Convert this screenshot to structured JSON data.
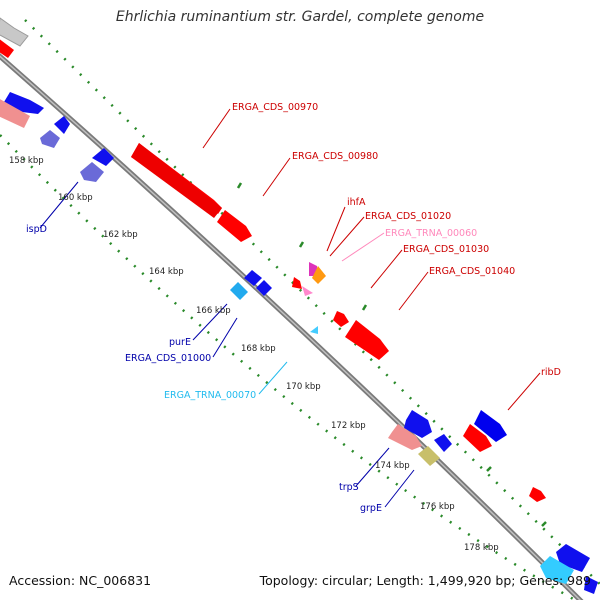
{
  "title": "Ehrlichia ruminantium str. Gardel, complete genome",
  "accession_text": "Accession: NC_006831",
  "summary_text": "Topology: circular; Length: 1,499,920 bp; Genes: 989",
  "colors": {
    "backbone": "#909090",
    "gc_dots": "#2a8a2a",
    "tick_dots": "#2a8a2a",
    "cds_forward": "#ff0000",
    "cds_reverse": "#0000ee",
    "trna": "#ff88cc",
    "label_red": "#cc0000",
    "label_blue": "#0000aa",
    "label_pink": "#ff88bb",
    "label_cyan": "#22bbee"
  },
  "kbp_ticks": [
    "158 kbp",
    "160 kbp",
    "162 kbp",
    "164 kbp",
    "166 kbp",
    "168 kbp",
    "170 kbp",
    "172 kbp",
    "174 kbp",
    "176 kbp",
    "178 kbp"
  ],
  "gene_labels": [
    {
      "name": "ERGA_CDS_00970",
      "color": "red"
    },
    {
      "name": "ERGA_CDS_00980",
      "color": "red"
    },
    {
      "name": "ihfA",
      "color": "red"
    },
    {
      "name": "ERGA_CDS_01020",
      "color": "red"
    },
    {
      "name": "ERGA_TRNA_00060",
      "color": "pink"
    },
    {
      "name": "ERGA_CDS_01030",
      "color": "red"
    },
    {
      "name": "ERGA_CDS_01040",
      "color": "red"
    },
    {
      "name": "ribD",
      "color": "red"
    },
    {
      "name": "ispD",
      "color": "blue"
    },
    {
      "name": "purE",
      "color": "blue"
    },
    {
      "name": "ERGA_CDS_01000",
      "color": "blue"
    },
    {
      "name": "ERGA_TRNA_00070",
      "color": "cyan"
    },
    {
      "name": "trpS",
      "color": "blue"
    },
    {
      "name": "grpE",
      "color": "blue"
    }
  ]
}
